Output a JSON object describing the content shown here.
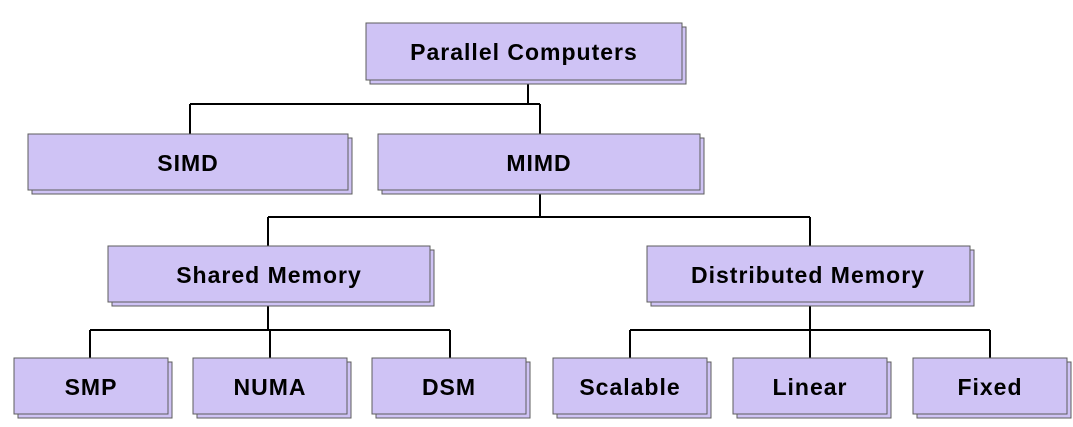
{
  "nodes": {
    "root": "Parallel Computers",
    "simd": "SIMD",
    "mimd": "MIMD",
    "shared": "Shared Memory",
    "distributed": "Distributed Memory",
    "smp": "SMP",
    "numa": "NUMA",
    "dsm": "DSM",
    "scalable": "Scalable",
    "linear": "Linear",
    "fixed": "Fixed"
  }
}
